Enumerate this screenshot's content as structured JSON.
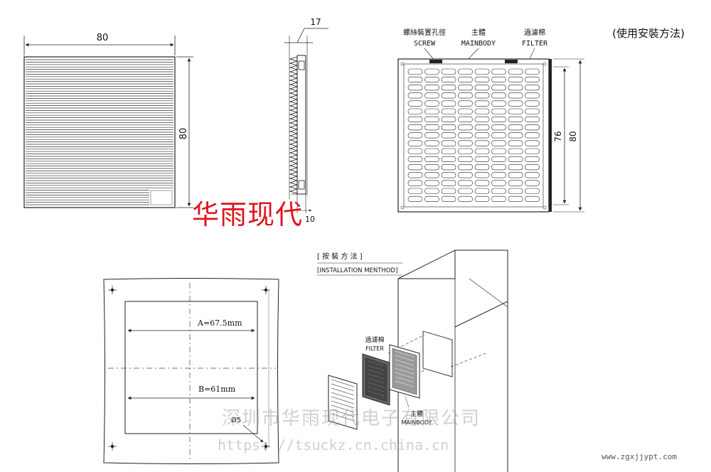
{
  "colors": {
    "brand": "#e0141c",
    "line": "#222222",
    "watermark": "#9a9a9a"
  },
  "front_view": {
    "width_label": "80",
    "height_label": "80"
  },
  "side_view": {
    "depth_label": "17",
    "bottom_label": "10"
  },
  "usage_view": {
    "title": "(使用安裝方法)",
    "screw_cn": "螺絲裝置孔徑",
    "screw_en": "SCREW",
    "mainbody_cn": "主體",
    "mainbody_en": "MAINBODY",
    "filter_cn": "過濾棉",
    "filter_en": "FILTER",
    "inner_height_label": "76",
    "outer_height_label": "80"
  },
  "brand_text": "华雨现代",
  "cutout_view": {
    "a_label": "A=67.5mm",
    "b_label": "B=61mm",
    "hole_label": "Ø5"
  },
  "install_view": {
    "title_cn": "[ 按 裝 方 法 ]",
    "title_en": "[INSTALLATION MENTHOD]",
    "filter_cn": "過濾棉",
    "filter_en": "FILTER",
    "mainbody_cn": "主體",
    "mainbody_en": "MAINBODY"
  },
  "watermarks": {
    "company": "深圳市华雨现代电子有限公司",
    "url": "https: //tsuckz.cn.china.cn",
    "site": "www.zgxjjypt.com"
  }
}
